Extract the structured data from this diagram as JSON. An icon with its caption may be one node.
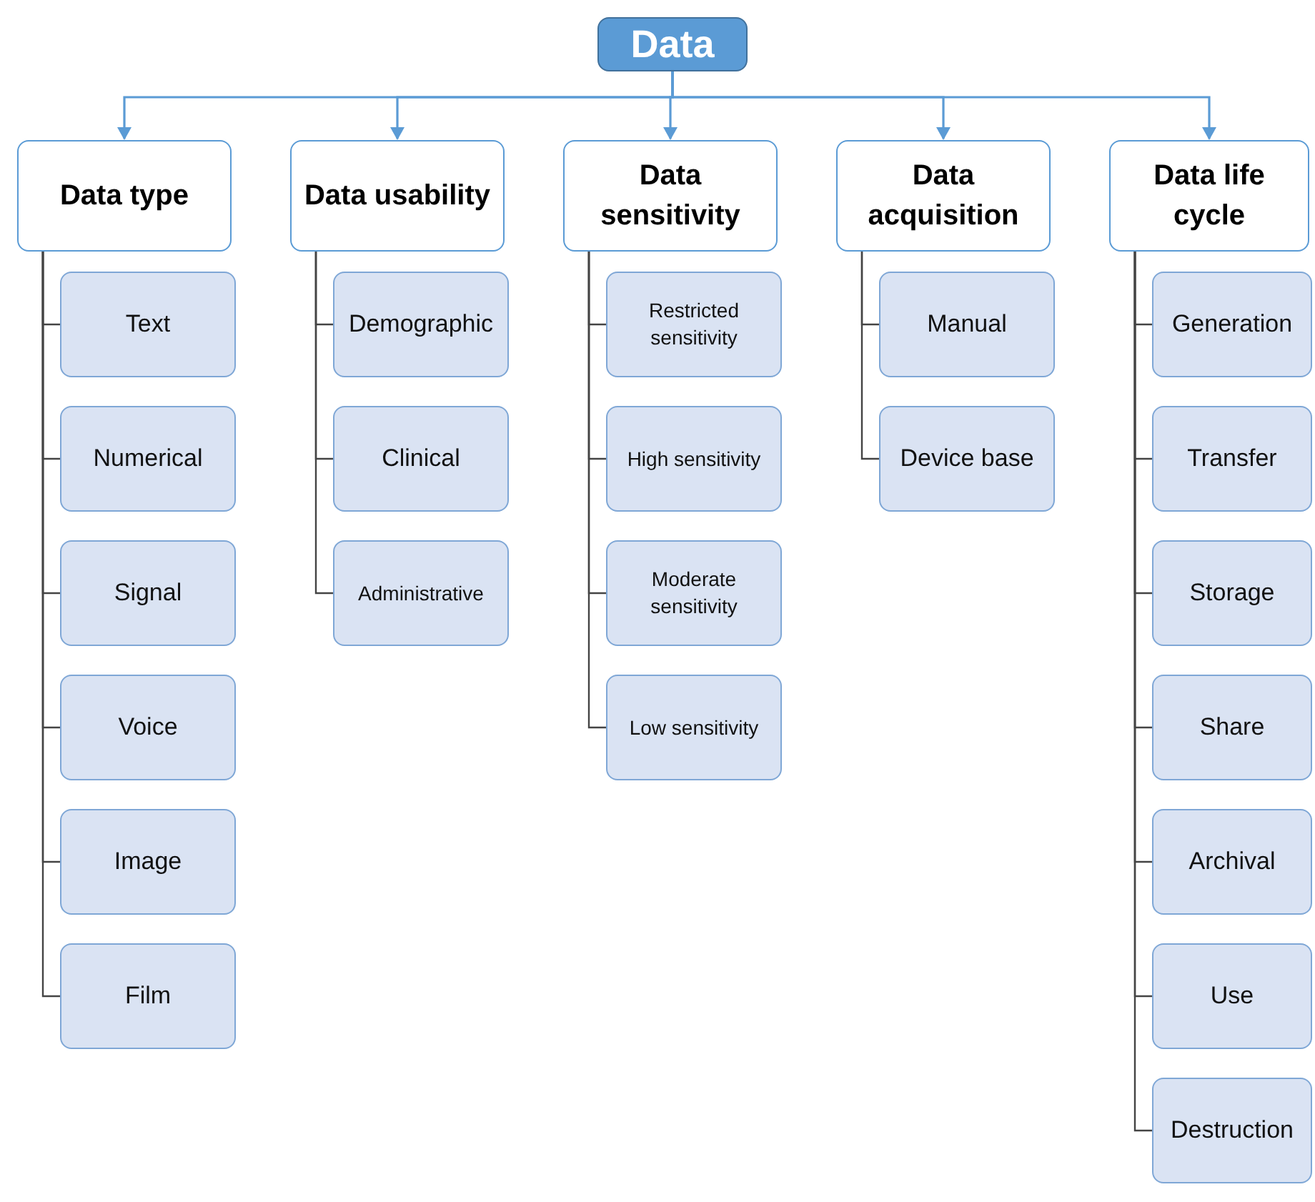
{
  "diagram": {
    "nodes": [
      {
        "text": [
          "Data"
        ]
      },
      {
        "text": [
          "Data type"
        ]
      },
      {
        "text": [
          "Text"
        ]
      },
      {
        "text": [
          "Numerical"
        ]
      },
      {
        "text": [
          "Signal"
        ]
      },
      {
        "text": [
          "Voice"
        ]
      },
      {
        "text": [
          "Image"
        ]
      },
      {
        "text": [
          "Film"
        ]
      },
      {
        "text": [
          "Data usability"
        ]
      },
      {
        "text": [
          "Demographic"
        ]
      },
      {
        "text": [
          "Clinical"
        ]
      },
      {
        "text": [
          "Administrative"
        ]
      },
      {
        "text": [
          "Data sensitivity"
        ]
      },
      {
        "text": [
          "Restricted sensitivity"
        ]
      },
      {
        "text": [
          "High sensitivity"
        ]
      },
      {
        "text": [
          "Moderate sensitivity"
        ]
      },
      {
        "text": [
          "Low sensitivity"
        ]
      },
      {
        "text": [
          "Data acquisition"
        ]
      },
      {
        "text": [
          "Manual"
        ]
      },
      {
        "text": [
          "Device base"
        ]
      },
      {
        "text": [
          "Data life cycle"
        ]
      },
      {
        "text": [
          "Generation"
        ]
      },
      {
        "text": [
          "Transfer"
        ]
      },
      {
        "text": [
          "Storage"
        ]
      },
      {
        "text": [
          "Share"
        ]
      },
      {
        "text": [
          "Archival"
        ]
      },
      {
        "text": [
          "Use"
        ]
      },
      {
        "text": [
          "Destruction"
        ]
      }
    ],
    "edges": [
      {
        "from": 0,
        "to": 1,
        "arrow": "to",
        "color": "#5b9bd5"
      },
      {
        "from": 0,
        "to": 8,
        "arrow": "to",
        "color": "#5b9bd5"
      },
      {
        "from": 0,
        "to": 12,
        "arrow": "to",
        "color": "#5b9bd5"
      },
      {
        "from": 0,
        "to": 17,
        "arrow": "to",
        "color": "#5b9bd5"
      },
      {
        "from": 0,
        "to": 20,
        "arrow": "to",
        "color": "#5b9bd5"
      },
      {
        "from": 1,
        "to": 2,
        "arrow": "none"
      },
      {
        "from": 1,
        "to": 3,
        "arrow": "none"
      },
      {
        "from": 1,
        "to": 4,
        "arrow": "none"
      },
      {
        "from": 1,
        "to": 5,
        "arrow": "none"
      },
      {
        "from": 1,
        "to": 6,
        "arrow": "none"
      },
      {
        "from": 1,
        "to": 7,
        "arrow": "none"
      },
      {
        "from": 8,
        "to": 9,
        "arrow": "none"
      },
      {
        "from": 8,
        "to": 10,
        "arrow": "none"
      },
      {
        "from": 8,
        "to": 11,
        "arrow": "none"
      },
      {
        "from": 12,
        "to": 13,
        "arrow": "none"
      },
      {
        "from": 12,
        "to": 14,
        "arrow": "none"
      },
      {
        "from": 12,
        "to": 15,
        "arrow": "none"
      },
      {
        "from": 12,
        "to": 16,
        "arrow": "none"
      },
      {
        "from": 17,
        "to": 18,
        "arrow": "none"
      },
      {
        "from": 17,
        "to": 19,
        "arrow": "none"
      },
      {
        "from": 20,
        "to": 21,
        "arrow": "none"
      },
      {
        "from": 20,
        "to": 22,
        "arrow": "none"
      },
      {
        "from": 20,
        "to": 23,
        "arrow": "none"
      },
      {
        "from": 20,
        "to": 24,
        "arrow": "none"
      },
      {
        "from": 20,
        "to": 25,
        "arrow": "none"
      },
      {
        "from": 20,
        "to": 26,
        "arrow": "none"
      },
      {
        "from": 20,
        "to": 27,
        "arrow": "none"
      }
    ]
  }
}
